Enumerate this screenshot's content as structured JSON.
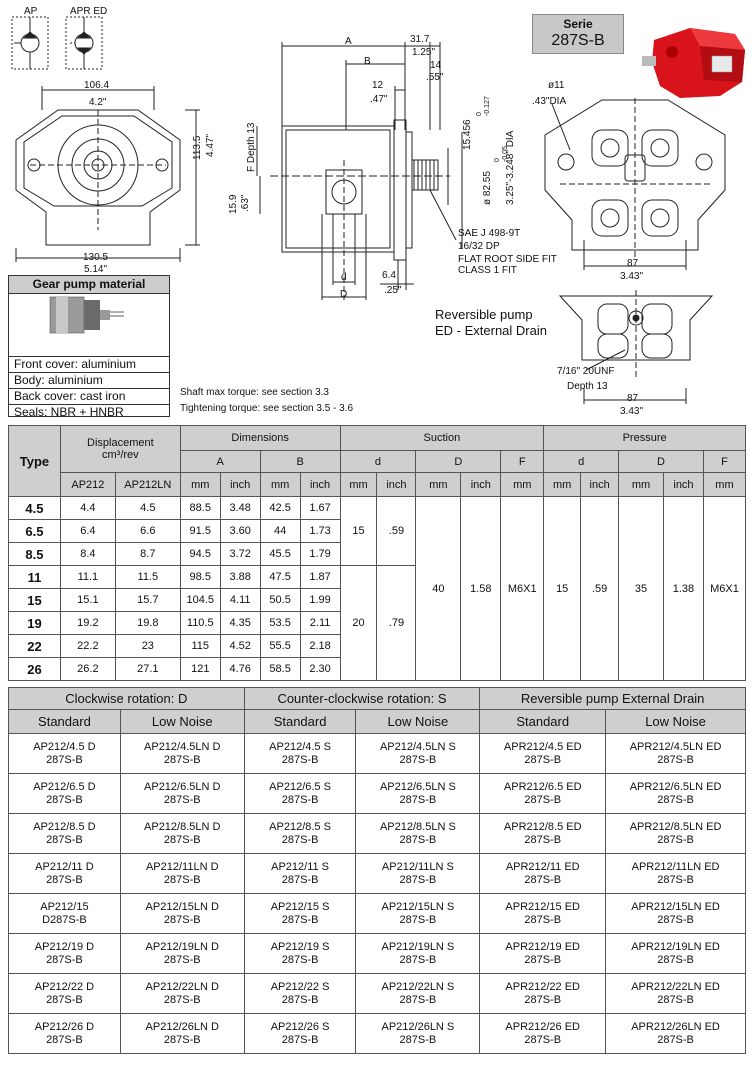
{
  "symbols": {
    "ap": "AP",
    "apr_ed": "APR ED"
  },
  "serie": {
    "label": "Serie",
    "code": "287S-B"
  },
  "front_view": {
    "dim_width_mm": "106.4",
    "dim_width_in": "4.2\"",
    "dim_height_mm": "113.5",
    "dim_height_in": "4.47\"",
    "dim_base_mm": "130.5",
    "dim_base_in": "5.14\""
  },
  "side_view": {
    "dim_a": "A",
    "dim_b": "B",
    "dim_31_7": "31.7",
    "dim_1_25": "1.25\"",
    "dim_14": "14",
    "dim_55": ".55\"",
    "dim_12": "12",
    "dim_47": ".47\"",
    "f_depth": "F Depth 13",
    "dim_15_9": "15.9",
    "dim_63": ".63\"",
    "dim_15_456": "15.456",
    "tol_15_upper": "0",
    "tol_15_lower": "-0.127",
    "dim_82_55": "ø 82.55",
    "tol_82_upper": "0",
    "tol_82_lower": "-0.05",
    "dim_dia_in": "3.25\"-3.248\" DIA",
    "dim_d": "d",
    "dim_D": "D",
    "dim_6_4": "6.4",
    "dim_25": ".25\"",
    "sae_1": "SAE J 498-9T",
    "sae_2": "16/32 DP",
    "sae_3": "FLAT ROOT SIDE FIT",
    "sae_4": "CLASS 1 FIT"
  },
  "rear_view": {
    "dim_hole_mm": "ø11",
    "dim_hole_in": ".43\"DIA",
    "dim_87": "87",
    "dim_3_43": "3.43\""
  },
  "reversible": {
    "title_1": "Reversible pump",
    "title_2": "ED - External Drain",
    "thread_1": "7/16\" 20UNF",
    "thread_2": "Depth 13",
    "dim_87": "87",
    "dim_3_43": "3.43\""
  },
  "notes": {
    "shaft": "Shaft max torque: see section 3.3",
    "tightening": "Tightening torque: see section 3.5 - 3.6"
  },
  "material": {
    "title": "Gear pump material",
    "rows": [
      "Front cover: aluminium",
      "Body: aluminium",
      "Back cover: cast iron",
      "Seals: NBR + HNBR"
    ]
  },
  "spec_table": {
    "h_type": "Type",
    "h_displacement": "Displacement",
    "h_displacement_unit": "cm³/rev",
    "h_dimensions": "Dimensions",
    "h_suction": "Suction",
    "h_pressure": "Pressure",
    "h_A": "A",
    "h_B": "B",
    "h_d": "d",
    "h_D": "D",
    "h_F": "F",
    "h_ap212": "AP212",
    "h_ap212ln": "AP212LN",
    "h_mm": "mm",
    "h_inch": "inch",
    "rows": [
      {
        "type": "4.5",
        "ap": "4.4",
        "ln": "4.5",
        "a_mm": "88.5",
        "a_in": "3.48",
        "b_mm": "42.5",
        "b_in": "1.67"
      },
      {
        "type": "6.5",
        "ap": "6.4",
        "ln": "6.6",
        "a_mm": "91.5",
        "a_in": "3.60",
        "b_mm": "44",
        "b_in": "1.73"
      },
      {
        "type": "8.5",
        "ap": "8.4",
        "ln": "8.7",
        "a_mm": "94.5",
        "a_in": "3.72",
        "b_mm": "45.5",
        "b_in": "1.79"
      },
      {
        "type": "11",
        "ap": "11.1",
        "ln": "11.5",
        "a_mm": "98.5",
        "a_in": "3.88",
        "b_mm": "47.5",
        "b_in": "1.87"
      },
      {
        "type": "15",
        "ap": "15.1",
        "ln": "15.7",
        "a_mm": "104.5",
        "a_in": "4.11",
        "b_mm": "50.5",
        "b_in": "1.99"
      },
      {
        "type": "19",
        "ap": "19.2",
        "ln": "19.8",
        "a_mm": "110.5",
        "a_in": "4.35",
        "b_mm": "53.5",
        "b_in": "2.11"
      },
      {
        "type": "22",
        "ap": "22.2",
        "ln": "23",
        "a_mm": "115",
        "a_in": "4.52",
        "b_mm": "55.5",
        "b_in": "2.18"
      },
      {
        "type": "26",
        "ap": "26.2",
        "ln": "27.1",
        "a_mm": "121",
        "a_in": "4.76",
        "b_mm": "58.5",
        "b_in": "2.30"
      }
    ],
    "suction_d_small": {
      "mm": "15",
      "inch": ".59"
    },
    "suction_d_large": {
      "mm": "20",
      "inch": ".79"
    },
    "suction_D": {
      "mm": "40",
      "inch": "1.58"
    },
    "suction_F": "M6X1",
    "pressure_d": {
      "mm": "15",
      "inch": ".59"
    },
    "pressure_D": {
      "mm": "35",
      "inch": "1.38"
    },
    "pressure_F": "M6X1"
  },
  "codes_table": {
    "h_cw": "Clockwise rotation: D",
    "h_ccw": "Counter-clockwise rotation: S",
    "h_rev": "Reversible pump External Drain",
    "h_standard": "Standard",
    "h_low_noise": "Low Noise",
    "rows": [
      [
        "AP212/4.5 D",
        "287S-B",
        "AP212/4.5LN D",
        "287S-B",
        "AP212/4.5 S",
        "287S-B",
        "AP212/4.5LN S",
        "287S-B",
        "APR212/4.5 ED",
        "287S-B",
        "APR212/4.5LN ED",
        "287S-B"
      ],
      [
        "AP212/6.5 D",
        "287S-B",
        "AP212/6.5LN D",
        "287S-B",
        "AP212/6.5 S",
        "287S-B",
        "AP212/6.5LN S",
        "287S-B",
        "APR212/6.5 ED",
        "287S-B",
        "APR212/6.5LN ED",
        "287S-B"
      ],
      [
        "AP212/8.5 D",
        "287S-B",
        "AP212/8.5LN D",
        "287S-B",
        "AP212/8.5 S",
        "287S-B",
        "AP212/8.5LN S",
        "287S-B",
        "APR212/8.5 ED",
        "287S-B",
        "APR212/8.5LN ED",
        "287S-B"
      ],
      [
        "AP212/11 D",
        "287S-B",
        "AP212/11LN D",
        "287S-B",
        "AP212/11 S",
        "287S-B",
        "AP212/11LN S",
        "287S-B",
        "APR212/11 ED",
        "287S-B",
        "APR212/11LN ED",
        "287S-B"
      ],
      [
        "AP212/15",
        "D287S-B",
        "AP212/15LN D",
        "287S-B",
        "AP212/15 S",
        "287S-B",
        "AP212/15LN S",
        "287S-B",
        "APR212/15 ED",
        "287S-B",
        "APR212/15LN ED",
        "287S-B"
      ],
      [
        "AP212/19 D",
        "287S-B",
        "AP212/19LN D",
        "287S-B",
        "AP212/19 S",
        "287S-B",
        "AP212/19LN S",
        "287S-B",
        "APR212/19 ED",
        "287S-B",
        "APR212/19LN ED",
        "287S-B"
      ],
      [
        "AP212/22 D",
        "287S-B",
        "AP212/22LN D",
        "287S-B",
        "AP212/22 S",
        "287S-B",
        "AP212/22LN S",
        "287S-B",
        "APR212/22 ED",
        "287S-B",
        "APR212/22LN ED",
        "287S-B"
      ],
      [
        "AP212/26 D",
        "287S-B",
        "AP212/26LN D",
        "287S-B",
        "AP212/26 S",
        "287S-B",
        "AP212/26LN S",
        "287S-B",
        "APR212/26 ED",
        "287S-B",
        "APR212/26LN ED",
        "287S-B"
      ]
    ]
  },
  "colors": {
    "pump_red": "#d8141a",
    "header_gray": "#cfcfcf"
  }
}
